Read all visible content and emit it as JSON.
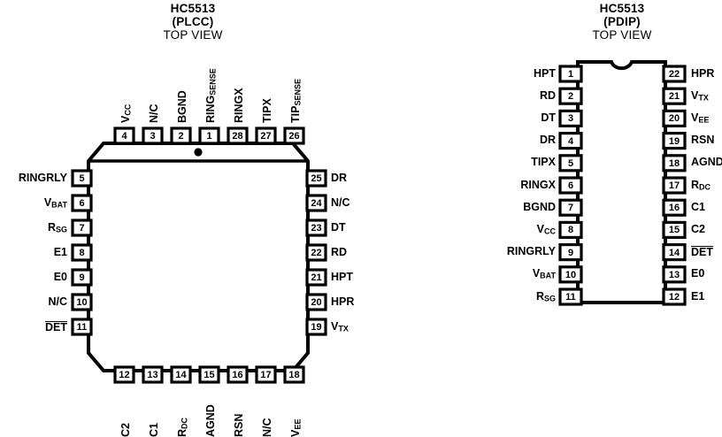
{
  "page": {
    "background": "#ffffff",
    "ink": "#000000"
  },
  "packages": [
    {
      "id": "plcc",
      "title": "HC5513",
      "package_name": "(PLCC)",
      "view": "TOP VIEW",
      "body_style": "chamfered-corners-with-pin1-dot",
      "pin_count": 28,
      "top_pins": [
        {
          "num": "4",
          "label": "VCC",
          "base": "V",
          "sub": "CC"
        },
        {
          "num": "3",
          "label": "N/C",
          "base": "N/C",
          "sub": ""
        },
        {
          "num": "2",
          "label": "BGND",
          "base": "BGND",
          "sub": ""
        },
        {
          "num": "1",
          "label": "RINGSENSE",
          "base": "RING",
          "sub": "SENSE"
        },
        {
          "num": "28",
          "label": "RINGX",
          "base": "RINGX",
          "sub": ""
        },
        {
          "num": "27",
          "label": "TIPX",
          "base": "TIPX",
          "sub": ""
        },
        {
          "num": "26",
          "label": "TIPSENSE",
          "base": "TIP",
          "sub": "SENSE"
        }
      ],
      "left_pins": [
        {
          "num": "5",
          "label": "RINGRLY",
          "base": "RINGRLY",
          "sub": "",
          "overbar": false
        },
        {
          "num": "6",
          "label": "VBAT",
          "base": "V",
          "sub": "BAT",
          "overbar": false
        },
        {
          "num": "7",
          "label": "RSG",
          "base": "R",
          "sub": "SG",
          "overbar": false
        },
        {
          "num": "8",
          "label": "E1",
          "base": "E1",
          "sub": "",
          "overbar": false
        },
        {
          "num": "9",
          "label": "E0",
          "base": "E0",
          "sub": "",
          "overbar": false
        },
        {
          "num": "10",
          "label": "N/C",
          "base": "N/C",
          "sub": "",
          "overbar": false
        },
        {
          "num": "11",
          "label": "DET",
          "base": "DET",
          "sub": "",
          "overbar": true
        }
      ],
      "right_pins": [
        {
          "num": "25",
          "label": "DR",
          "base": "DR",
          "sub": ""
        },
        {
          "num": "24",
          "label": "N/C",
          "base": "N/C",
          "sub": ""
        },
        {
          "num": "23",
          "label": "DT",
          "base": "DT",
          "sub": ""
        },
        {
          "num": "22",
          "label": "RD",
          "base": "RD",
          "sub": ""
        },
        {
          "num": "21",
          "label": "HPT",
          "base": "HPT",
          "sub": ""
        },
        {
          "num": "20",
          "label": "HPR",
          "base": "HPR",
          "sub": ""
        },
        {
          "num": "19",
          "label": "VTX",
          "base": "V",
          "sub": "TX"
        }
      ],
      "bottom_pins": [
        {
          "num": "12",
          "label": "C2",
          "base": "C2",
          "sub": ""
        },
        {
          "num": "13",
          "label": "C1",
          "base": "C1",
          "sub": ""
        },
        {
          "num": "14",
          "label": "RDC",
          "base": "R",
          "sub": "DC"
        },
        {
          "num": "15",
          "label": "AGND",
          "base": "AGND",
          "sub": ""
        },
        {
          "num": "16",
          "label": "RSN",
          "base": "RSN",
          "sub": ""
        },
        {
          "num": "17",
          "label": "N/C",
          "base": "N/C",
          "sub": ""
        },
        {
          "num": "18",
          "label": "VEE",
          "base": "V",
          "sub": "EE"
        }
      ]
    },
    {
      "id": "pdip",
      "title": "HC5513",
      "package_name": "(PDIP)",
      "view": "TOP VIEW",
      "body_style": "rectangular-with-top-notch",
      "pin_count": 22,
      "left_pins": [
        {
          "num": "1",
          "label": "HPT",
          "base": "HPT",
          "sub": "",
          "overbar": false
        },
        {
          "num": "2",
          "label": "RD",
          "base": "RD",
          "sub": "",
          "overbar": false
        },
        {
          "num": "3",
          "label": "DT",
          "base": "DT",
          "sub": "",
          "overbar": false
        },
        {
          "num": "4",
          "label": "DR",
          "base": "DR",
          "sub": "",
          "overbar": false
        },
        {
          "num": "5",
          "label": "TIPX",
          "base": "TIPX",
          "sub": "",
          "overbar": false
        },
        {
          "num": "6",
          "label": "RINGX",
          "base": "RINGX",
          "sub": "",
          "overbar": false
        },
        {
          "num": "7",
          "label": "BGND",
          "base": "BGND",
          "sub": "",
          "overbar": false
        },
        {
          "num": "8",
          "label": "VCC",
          "base": "V",
          "sub": "CC",
          "overbar": false
        },
        {
          "num": "9",
          "label": "RINGRLY",
          "base": "RINGRLY",
          "sub": "",
          "overbar": false
        },
        {
          "num": "10",
          "label": "VBAT",
          "base": "V",
          "sub": "BAT",
          "overbar": false
        },
        {
          "num": "11",
          "label": "RSG",
          "base": "R",
          "sub": "SG",
          "overbar": false
        }
      ],
      "right_pins": [
        {
          "num": "22",
          "label": "HPR",
          "base": "HPR",
          "sub": "",
          "overbar": false
        },
        {
          "num": "21",
          "label": "VTX",
          "base": "V",
          "sub": "TX",
          "overbar": false
        },
        {
          "num": "20",
          "label": "VEE",
          "base": "V",
          "sub": "EE",
          "overbar": false
        },
        {
          "num": "19",
          "label": "RSN",
          "base": "RSN",
          "sub": "",
          "overbar": false
        },
        {
          "num": "18",
          "label": "AGND",
          "base": "AGND",
          "sub": "",
          "overbar": false
        },
        {
          "num": "17",
          "label": "RDC",
          "base": "R",
          "sub": "DC",
          "overbar": false
        },
        {
          "num": "16",
          "label": "C1",
          "base": "C1",
          "sub": "",
          "overbar": false
        },
        {
          "num": "15",
          "label": "C2",
          "base": "C2",
          "sub": "",
          "overbar": false
        },
        {
          "num": "14",
          "label": "DET",
          "base": "DET",
          "sub": "",
          "overbar": true
        },
        {
          "num": "13",
          "label": "E0",
          "base": "E0",
          "sub": "",
          "overbar": false
        },
        {
          "num": "12",
          "label": "E1",
          "base": "E1",
          "sub": "",
          "overbar": false
        }
      ]
    }
  ]
}
